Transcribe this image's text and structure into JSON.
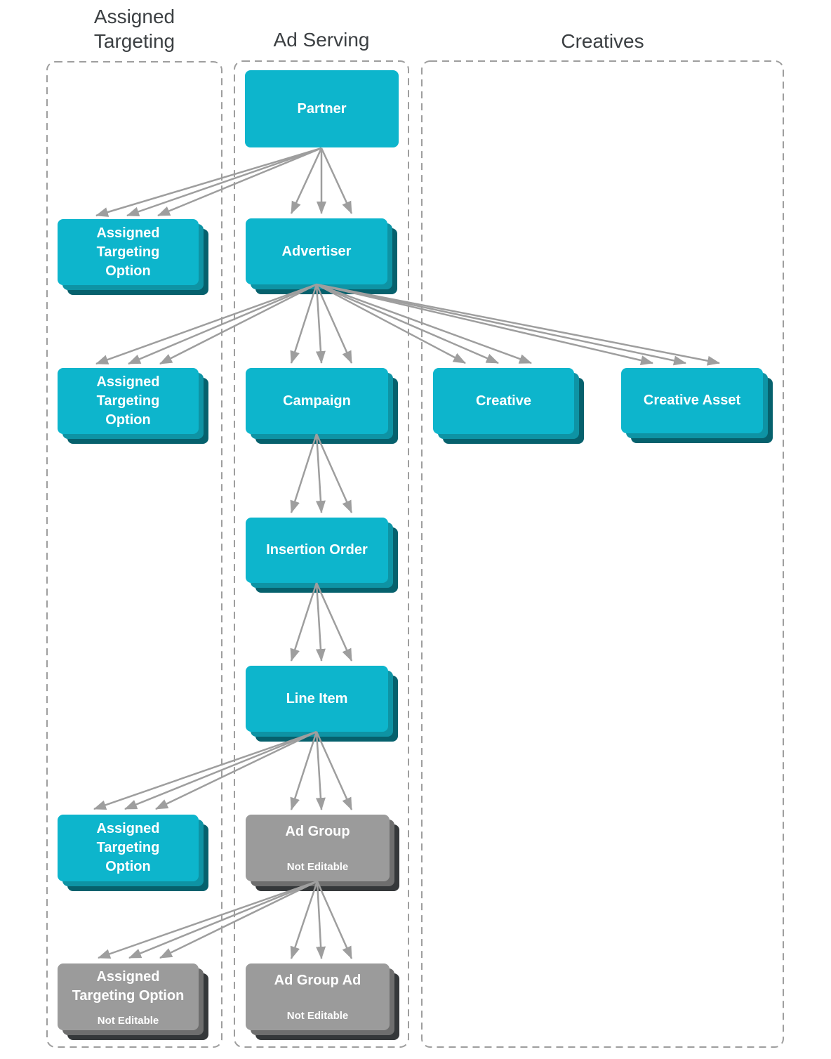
{
  "columns": {
    "assigned_targeting": {
      "title_line1": "Assigned",
      "title_line2": "Targeting"
    },
    "ad_serving": {
      "title": "Ad Serving"
    },
    "creatives": {
      "title": "Creatives"
    }
  },
  "nodes": {
    "partner": {
      "label": "Partner",
      "column": "Ad Serving",
      "editable": true,
      "multiple": false
    },
    "ato_partner": {
      "line1": "Assigned",
      "line2": "Targeting",
      "line3": "Option",
      "column": "Assigned Targeting",
      "editable": true,
      "multiple": true
    },
    "advertiser": {
      "label": "Advertiser",
      "column": "Ad Serving",
      "editable": true,
      "multiple": true
    },
    "ato_advertiser": {
      "line1": "Assigned",
      "line2": "Targeting",
      "line3": "Option",
      "column": "Assigned Targeting",
      "editable": true,
      "multiple": true
    },
    "campaign": {
      "label": "Campaign",
      "column": "Ad Serving",
      "editable": true,
      "multiple": true
    },
    "creative": {
      "label": "Creative",
      "column": "Creatives",
      "editable": true,
      "multiple": true
    },
    "creative_asset": {
      "label": "Creative Asset",
      "column": "Creatives",
      "editable": true,
      "multiple": true
    },
    "insertion_order": {
      "label": "Insertion Order",
      "column": "Ad Serving",
      "editable": true,
      "multiple": true
    },
    "line_item": {
      "label": "Line Item",
      "column": "Ad Serving",
      "editable": true,
      "multiple": true
    },
    "ato_line_item": {
      "line1": "Assigned",
      "line2": "Targeting",
      "line3": "Option",
      "column": "Assigned Targeting",
      "editable": true,
      "multiple": true
    },
    "ad_group": {
      "label": "Ad Group",
      "note": "Not Editable",
      "column": "Ad Serving",
      "editable": false,
      "multiple": true
    },
    "ato_ad_group": {
      "line1": "Assigned",
      "line2": "Targeting Option",
      "note": "Not Editable",
      "column": "Assigned Targeting",
      "editable": false,
      "multiple": true
    },
    "ad_group_ad": {
      "label": "Ad Group Ad",
      "note": "Not Editable",
      "column": "Ad Serving",
      "editable": false,
      "multiple": true
    }
  },
  "edges": [
    {
      "from": "partner",
      "to": "ato_partner"
    },
    {
      "from": "partner",
      "to": "advertiser"
    },
    {
      "from": "advertiser",
      "to": "ato_advertiser"
    },
    {
      "from": "advertiser",
      "to": "campaign"
    },
    {
      "from": "advertiser",
      "to": "creative"
    },
    {
      "from": "advertiser",
      "to": "creative_asset"
    },
    {
      "from": "campaign",
      "to": "insertion_order"
    },
    {
      "from": "insertion_order",
      "to": "line_item"
    },
    {
      "from": "line_item",
      "to": "ato_line_item"
    },
    {
      "from": "line_item",
      "to": "ad_group"
    },
    {
      "from": "ad_group",
      "to": "ato_ad_group"
    },
    {
      "from": "ad_group",
      "to": "ad_group_ad"
    }
  ],
  "colors": {
    "editable_fill": "#0db5cc",
    "editable_stack_mid": "#0e93a4",
    "editable_stack_dark": "#06616d",
    "not_editable_fill": "#9b9b9b",
    "not_editable_stack_mid": "#6e6e6e",
    "not_editable_stack_dark": "#35383a",
    "arrow": "#9e9e9e",
    "column_border": "#9e9e9e",
    "header_text": "#3c4043",
    "node_text": "#ffffff"
  }
}
